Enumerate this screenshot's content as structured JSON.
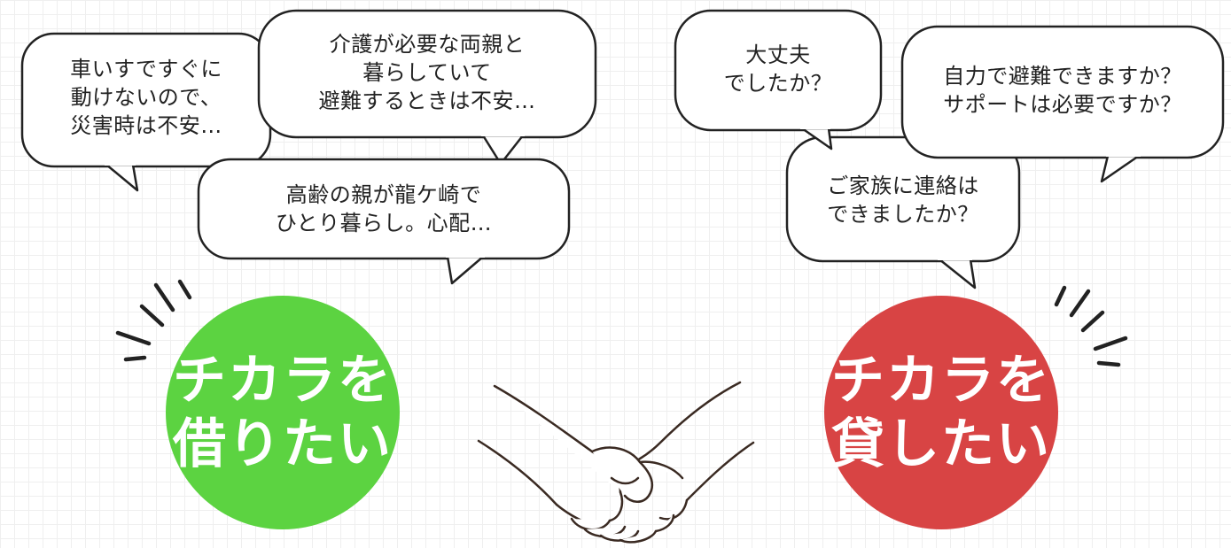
{
  "bubbles": {
    "b1": [
      "車いすですぐに",
      "動けないので、",
      "災害時は不安…"
    ],
    "b2": [
      "介護が必要な両親と",
      "暮らしていて",
      "避難するときは不安…"
    ],
    "b3": [
      "高齢の親が龍ケ崎で",
      "ひとり暮らし。心配…"
    ],
    "b4": [
      "大丈夫",
      "でしたか？"
    ],
    "b5": [
      "ご家族に連絡は",
      "できましたか？"
    ],
    "b6": [
      "自力で避難できますか？",
      "サポートは必要ですか？"
    ]
  },
  "circles": {
    "borrow": [
      "チカラを",
      "借りたい"
    ],
    "lend": [
      "チカラを",
      "貸したい"
    ]
  },
  "colors": {
    "borrow": "#5cd341",
    "lend": "#d84444",
    "bubble_stroke": "#222222"
  },
  "icons": {
    "center": "handshake-icon",
    "left_accent": "emphasis-lines-icon",
    "right_accent": "emphasis-lines-icon"
  }
}
